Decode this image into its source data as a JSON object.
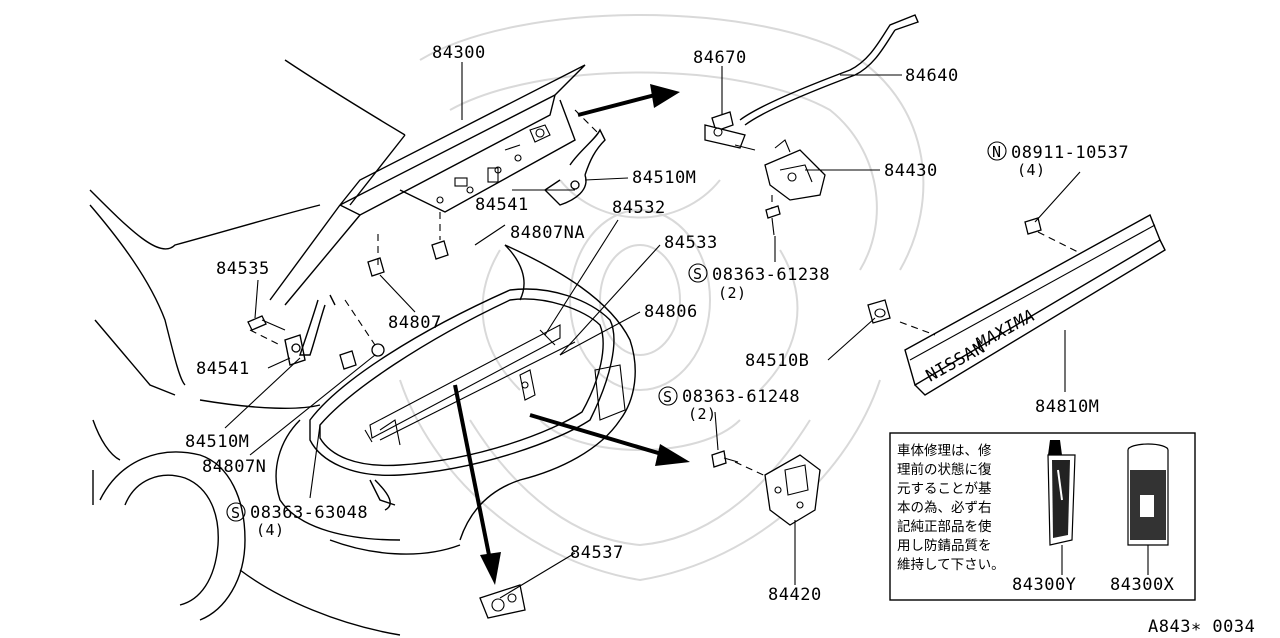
{
  "labels": {
    "p84300": "84300",
    "p84670": "84670",
    "p84640": "84640",
    "p84510M_top": "84510M",
    "p84541_top": "84541",
    "p84532": "84532",
    "p84807NA": "84807NA",
    "p84533": "84533",
    "p84430": "84430",
    "s08363_61238": "08363-61238",
    "s08363_61238_qty": "(2)",
    "p84535": "84535",
    "p84807": "84807",
    "p84806": "84806",
    "p84541_left": "84541",
    "p84510B": "84510B",
    "s08363_61248": "08363-61248",
    "s08363_61248_qty": "(2)",
    "p84510M_left": "84510M",
    "p84807N": "84807N",
    "s08363_63048": "08363-63048",
    "s08363_63048_qty": "(4)",
    "p84537": "84537",
    "p84420": "84420",
    "n08911_10537": "08911-10537",
    "n08911_10537_qty": "(4)",
    "p84810M": "84810M",
    "p84300Y": "84300Y",
    "p84300X": "84300X",
    "s_mark": "S",
    "n_mark": "N",
    "emblem_text": "MAXIMA",
    "emblem_brand": "NISSAN"
  },
  "notice": {
    "lines": [
      "車体修理は、修",
      "理前の状態に復",
      "元することが基",
      "本の為、必ず右",
      "記純正部品を使",
      "用し防錆品質を",
      "維持して下さい。"
    ]
  },
  "footer_code": "A843∗ 0034"
}
